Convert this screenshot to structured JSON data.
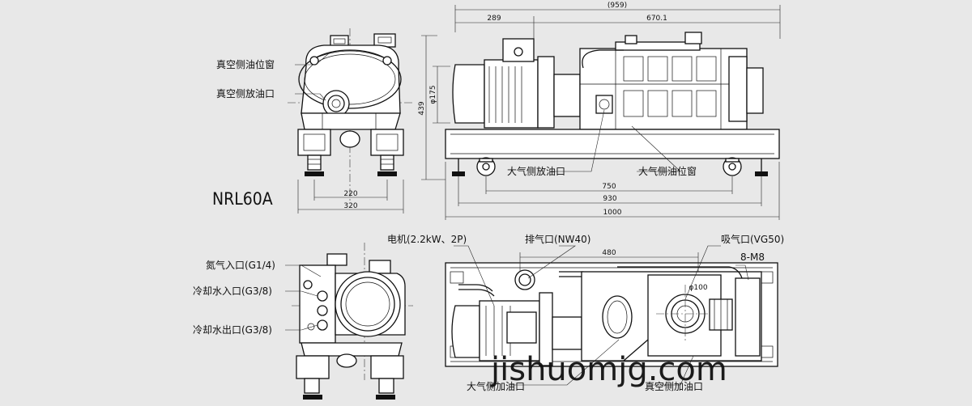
{
  "model": "NRL60A",
  "watermark": "jishuomjg.com",
  "dimensions": {
    "front_width_inner": "220",
    "front_width_outer": "320",
    "height": "439",
    "motor_dia": "φ175",
    "top_total": "(959)",
    "top_left": "289",
    "top_right": "670.1",
    "base_750": "750",
    "base_930": "930",
    "base_1000": "1000",
    "plan_480": "480",
    "inlet_dia": "φ100"
  },
  "labels": {
    "vac_oil_window": "真空侧油位窗",
    "vac_oil_drain": "真空侧放油口",
    "atm_oil_drain": "大气侧放油口",
    "atm_oil_window": "大气侧油位窗",
    "nitrogen_inlet": "氮气入口(G1/4)",
    "cooling_in": "冷却水入口(G3/8)",
    "cooling_out": "冷却水出口(G3/8)",
    "motor": "电机(2.2kW、2P)",
    "exhaust": "排气口(NW40)",
    "intake": "吸气口(VG50)",
    "bolts": "8-M8",
    "atm_oil_fill": "大气侧加油口",
    "vac_oil_fill": "真空侧加油口"
  }
}
